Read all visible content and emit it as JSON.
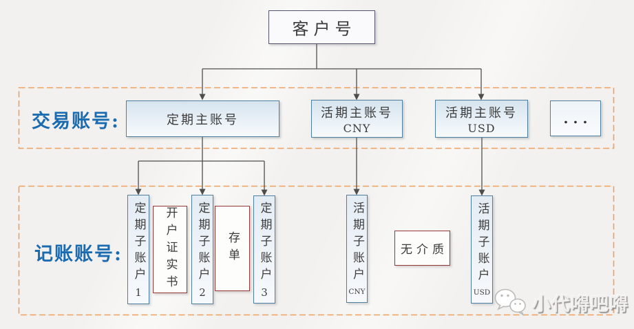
{
  "customer_box": {
    "label": "客户号"
  },
  "transaction_row": {
    "label": "交易账号:",
    "boxes": [
      {
        "name": "fixed-term-main-account",
        "label": "定期主账号"
      },
      {
        "name": "current-main-account-cny",
        "label": "活期主账号",
        "currency": "CNY"
      },
      {
        "name": "current-main-account-usd",
        "label": "活期主账号",
        "currency": "USD"
      },
      {
        "name": "more-accounts",
        "label": "..."
      }
    ]
  },
  "booking_row": {
    "label": "记账账号:",
    "boxes": [
      {
        "name": "fixed-term-sub-account-1",
        "label": "定期子账户",
        "suffix": "1"
      },
      {
        "name": "account-opening-certificate",
        "label": "开户证实书"
      },
      {
        "name": "fixed-term-sub-account-2",
        "label": "定期子账户",
        "suffix": "2"
      },
      {
        "name": "deposit-receipt",
        "label": "存单"
      },
      {
        "name": "fixed-term-sub-account-3",
        "label": "定期子账户",
        "suffix": "3"
      },
      {
        "name": "current-sub-account-cny",
        "label": "活期子账户",
        "suffix": "CNY"
      },
      {
        "name": "no-medium",
        "label": "无介质"
      },
      {
        "name": "current-sub-account-usd",
        "label": "活期子账户",
        "suffix": "USD"
      }
    ]
  },
  "watermark": {
    "text": "小代嘚吧嘚",
    "icon": "wechat-bubbles-icon"
  },
  "colors": {
    "row_label_blue": "#1b6bb0",
    "account_border_blue": "#4e7ea0",
    "voucher_border_red": "#953735",
    "dashed_container_orange": "#efa05f",
    "connector_gray": "#4d4d4d",
    "customer_border_slate": "#54536e",
    "background": "#f2f1ef"
  }
}
